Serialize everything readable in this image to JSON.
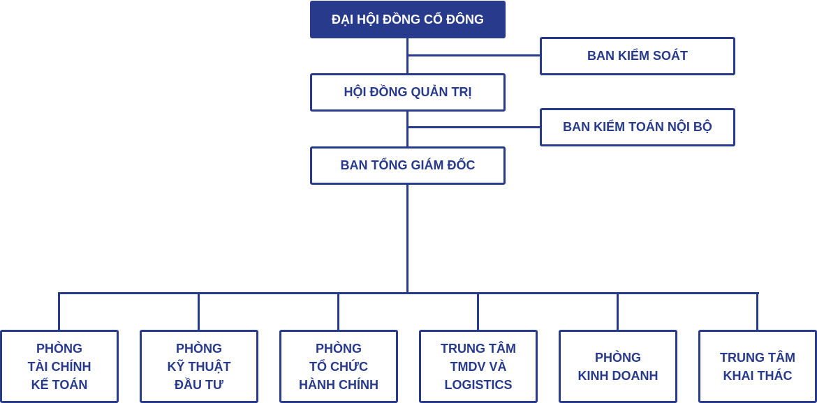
{
  "colors": {
    "primary": "#283a8c",
    "background": "#ffffff"
  },
  "top": {
    "shareholders": "ĐẠI HỘI ĐỒNG CỔ ĐÔNG",
    "supervisory": "BAN KIỂM SOÁT",
    "board": "HỘI ĐỒNG QUẢN TRỊ",
    "internal_audit": "BAN KIỂM TOÁN NỘI BỘ",
    "management": "BAN TỔNG GIÁM ĐỐC"
  },
  "departments": [
    {
      "lines": [
        "PHÒNG",
        "TÀI CHÍNH",
        "KẾ TOÁN"
      ]
    },
    {
      "lines": [
        "PHÒNG",
        "KỸ THUẬT",
        "ĐẦU TƯ"
      ]
    },
    {
      "lines": [
        "PHÒNG",
        "TỔ CHỨC",
        "HÀNH CHÍNH"
      ]
    },
    {
      "lines": [
        "TRUNG TÂM",
        "TMDV VÀ",
        "LOGISTICS"
      ]
    },
    {
      "lines": [
        "PHÒNG",
        "KINH DOANH"
      ]
    },
    {
      "lines": [
        "TRUNG TÂM",
        "KHAI THÁC"
      ]
    }
  ]
}
